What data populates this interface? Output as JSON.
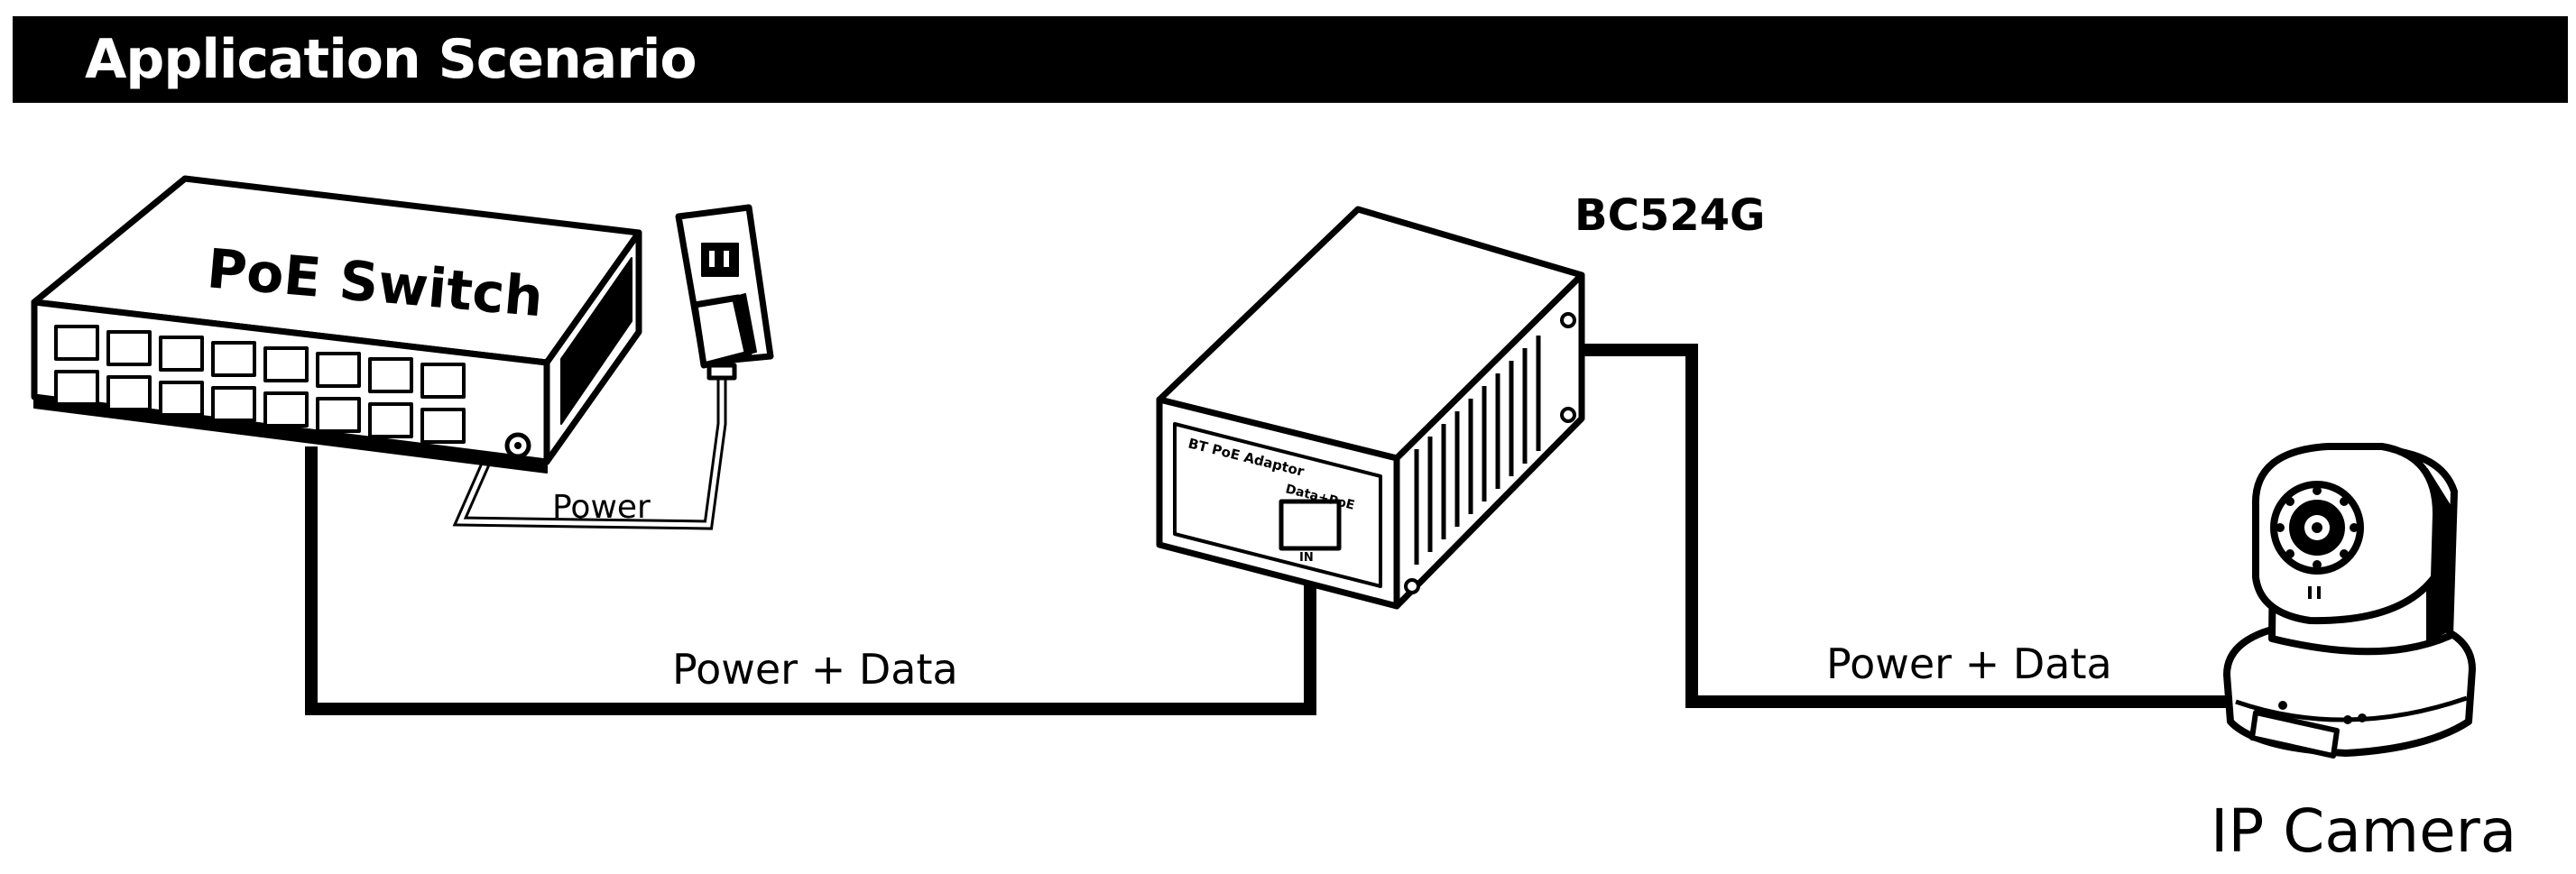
{
  "header": {
    "title": "Application Scenario"
  },
  "labels": {
    "switch_name": "PoE Switch",
    "adapter_model": "BC524G",
    "adapter_brand": "BT PoE Adaptor",
    "adapter_port": "Data+PoE",
    "adapter_in": "IN",
    "power": "Power",
    "link_left": "Power + Data",
    "link_right": "Power + Data",
    "camera_name": "IP Camera"
  },
  "colors": {
    "header_bg": "#000000",
    "header_text": "#ffffff",
    "line": "#000000",
    "background": "#ffffff"
  },
  "icons": [
    "poe-switch-icon",
    "wall-outlet-icon",
    "power-plug-icon",
    "poe-adaptor-icon",
    "ip-camera-icon"
  ]
}
